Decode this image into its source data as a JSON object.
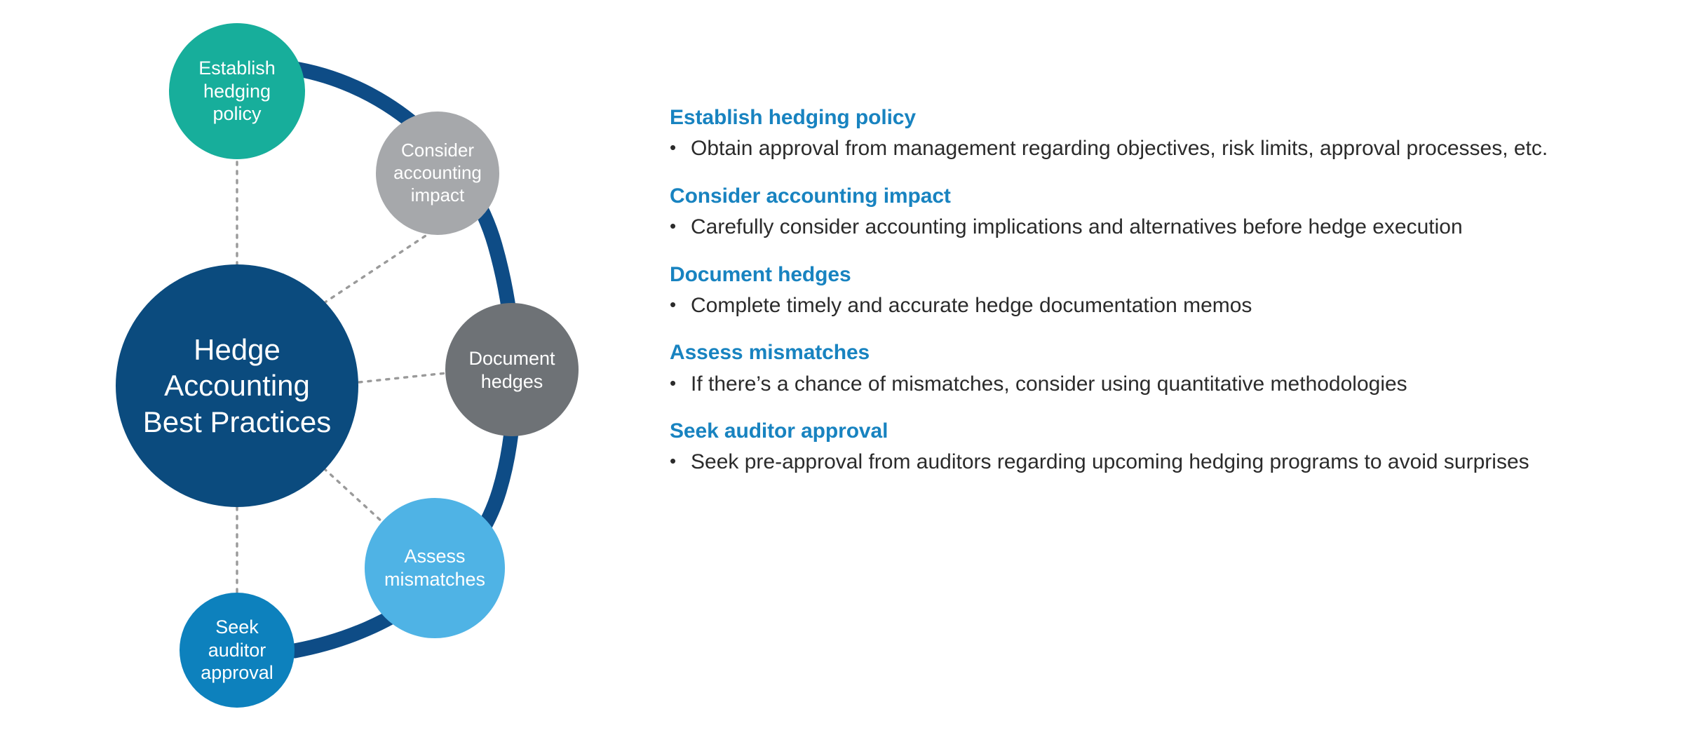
{
  "diagram": {
    "center_node": {
      "label": "Hedge\nAccounting\nBest Practices",
      "color": "#0B4B7E"
    },
    "nodes": [
      {
        "id": "establish",
        "label": "Establish\nhedging\npolicy",
        "color": "#17AE9B"
      },
      {
        "id": "consider",
        "label": "Consider\naccounting\nimpact",
        "color": "#A6A8AB"
      },
      {
        "id": "document",
        "label": "Document\nhedges",
        "color": "#6E7276"
      },
      {
        "id": "assess",
        "label": "Assess\nmismatches",
        "color": "#4FB3E5"
      },
      {
        "id": "seek",
        "label": "Seek\nauditor\napproval",
        "color": "#0D81BD"
      }
    ],
    "arc_color": "#0E4C86",
    "connector_color": "#9a9a9a"
  },
  "theme": {
    "heading_color": "#1883C0",
    "body_color": "#2b2b2b",
    "background": "#ffffff"
  },
  "content": {
    "sections": [
      {
        "heading": "Establish hedging policy",
        "bullet_marker": "•",
        "bullets": [
          "Obtain approval from management regarding objectives, risk limits, approval processes, etc."
        ]
      },
      {
        "heading": "Consider accounting impact",
        "bullet_marker": "•",
        "bullets": [
          "Carefully consider accounting implications and alternatives before hedge execution"
        ]
      },
      {
        "heading": "Document hedges",
        "bullet_marker": "•",
        "bullets": [
          "Complete timely and accurate hedge documentation memos"
        ]
      },
      {
        "heading": "Assess mismatches",
        "bullet_marker": "•",
        "bullets": [
          "If there’s a chance of mismatches, consider using quantitative methodologies"
        ]
      },
      {
        "heading": "Seek auditor approval",
        "bullet_marker": "•",
        "bullets": [
          "Seek pre-approval from auditors regarding upcoming hedging programs to avoid surprises"
        ]
      }
    ]
  }
}
